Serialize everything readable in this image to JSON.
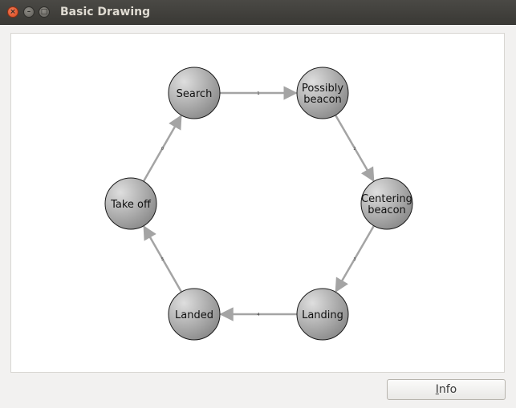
{
  "window": {
    "title": "Basic Drawing",
    "close_glyph": "×",
    "min_glyph": "–",
    "max_glyph": "□"
  },
  "graph": {
    "nodes": [
      {
        "id": "search",
        "lines": [
          "Search"
        ]
      },
      {
        "id": "possibly-beacon",
        "lines": [
          "Possibly",
          "beacon"
        ]
      },
      {
        "id": "centering-beacon",
        "lines": [
          "Centering",
          "beacon"
        ]
      },
      {
        "id": "landing",
        "lines": [
          "Landing"
        ]
      },
      {
        "id": "landed",
        "lines": [
          "Landed"
        ]
      },
      {
        "id": "take-off",
        "lines": [
          "Take off"
        ]
      }
    ],
    "edges": [
      {
        "from": "take-off",
        "to": "search",
        "label": "0"
      },
      {
        "from": "search",
        "to": "possibly-beacon",
        "label": "1"
      },
      {
        "from": "possibly-beacon",
        "to": "centering-beacon",
        "label": "2"
      },
      {
        "from": "centering-beacon",
        "to": "landing",
        "label": "3"
      },
      {
        "from": "landing",
        "to": "landed",
        "label": "4"
      },
      {
        "from": "landed",
        "to": "take-off",
        "label": "5"
      }
    ]
  },
  "buttons": {
    "info_mnemonic": "I",
    "info_rest": "nfo"
  },
  "colors": {
    "node_fill_light": "#d6d6d6",
    "node_fill_dark": "#8f8f8f",
    "edge": "#a4a4a4"
  }
}
